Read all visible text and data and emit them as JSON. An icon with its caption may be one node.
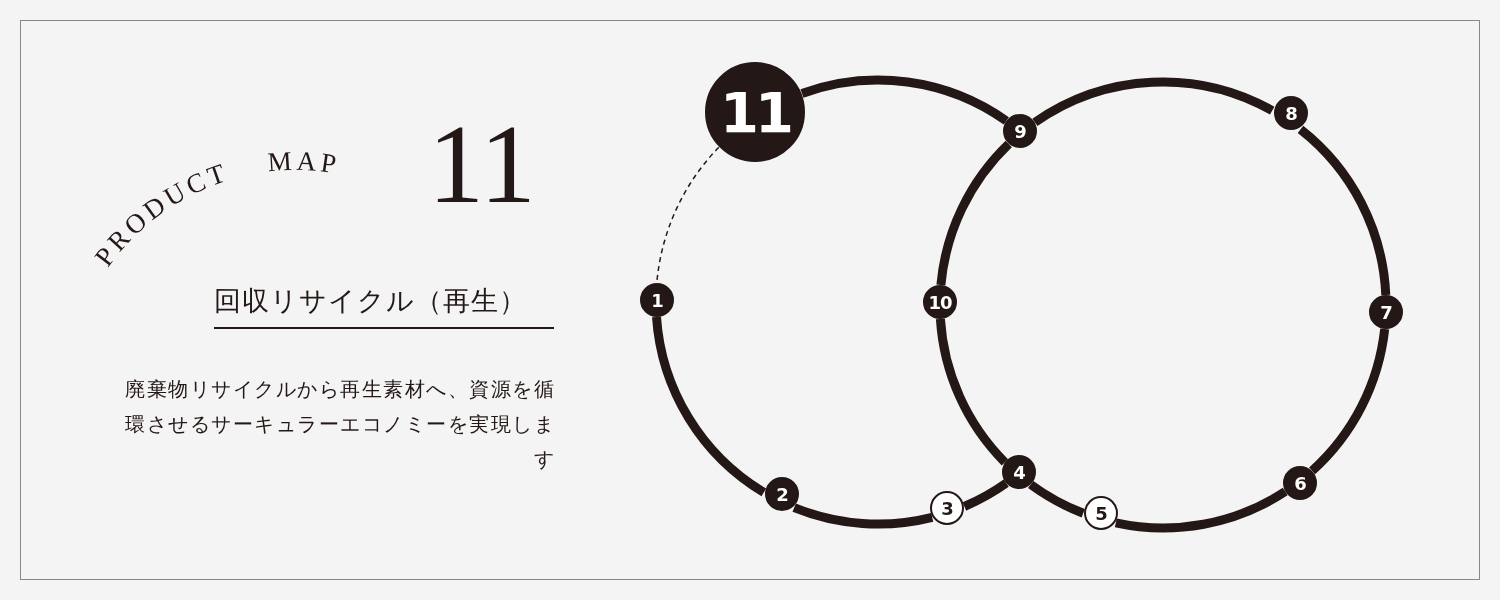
{
  "diagram": {
    "title": "PRODUCT MAP",
    "nodes": [
      {
        "text": [
          "1"
        ]
      },
      {
        "text": [
          "2"
        ]
      },
      {
        "text": [
          "3"
        ]
      },
      {
        "text": [
          "4"
        ]
      },
      {
        "text": [
          "5"
        ]
      },
      {
        "text": [
          "6"
        ]
      },
      {
        "text": [
          "7"
        ]
      },
      {
        "text": [
          "8"
        ]
      },
      {
        "text": [
          "9"
        ]
      },
      {
        "text": [
          "10"
        ]
      },
      {
        "text": [
          "11"
        ]
      }
    ],
    "edges": [
      {
        "from": 10,
        "to": 8,
        "arrow": "none"
      },
      {
        "from": 10,
        "to": 0,
        "arrow": "none",
        "style": "dashed"
      },
      {
        "from": 0,
        "to": 1,
        "arrow": "none"
      },
      {
        "from": 1,
        "to": 2,
        "arrow": "none"
      },
      {
        "from": 2,
        "to": 3,
        "arrow": "none"
      },
      {
        "from": 3,
        "to": 4,
        "arrow": "none"
      },
      {
        "from": 4,
        "to": 5,
        "arrow": "none"
      },
      {
        "from": 5,
        "to": 6,
        "arrow": "none"
      },
      {
        "from": 6,
        "to": 7,
        "arrow": "none"
      },
      {
        "from": 7,
        "to": 8,
        "arrow": "none"
      },
      {
        "from": 8,
        "to": 9,
        "arrow": "none"
      },
      {
        "from": 9,
        "to": 3,
        "arrow": "none"
      }
    ],
    "labels": [
      "11",
      "回収リサイクル（再生）",
      "廃棄物リサイクルから再生素材へ、資源を循環させるサーキュラーエコノミーを実現します"
    ]
  }
}
